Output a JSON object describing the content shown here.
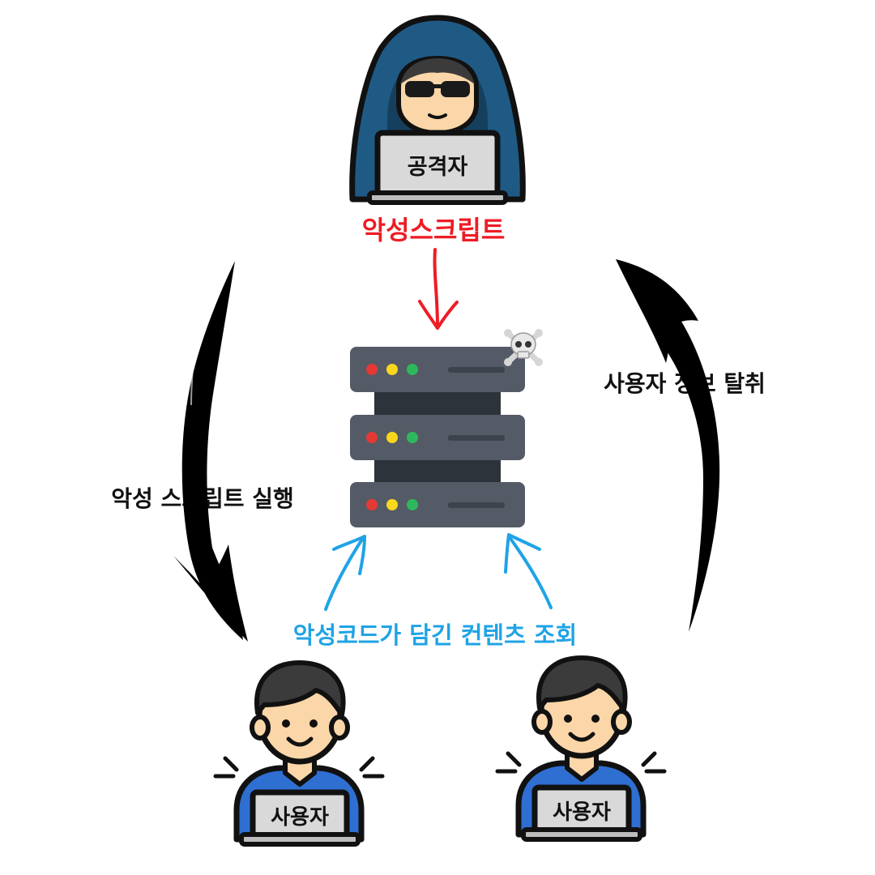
{
  "attacker": {
    "label": "공격자"
  },
  "labels": {
    "malicious_script": "악성스크립트",
    "steal_user_info": "사용자 정보 탈취",
    "execute_script": "악성 스크립트 실행",
    "view_content": "악성코드가 담긴 컨텐츠 조회"
  },
  "users": [
    {
      "label": "사용자"
    },
    {
      "label": "사용자"
    }
  ],
  "colors": {
    "malicious_script": "#ee1c25",
    "view_content": "#1fa3e6",
    "text": "#111111",
    "server": "#545b66",
    "server_dark": "#2d333b",
    "led_red": "#e53935",
    "led_yellow": "#f9d71c",
    "led_green": "#2eb85c",
    "hood": "#1f5a85",
    "shirt": "#2f6fd1",
    "skin": "#fbd6a8",
    "hair": "#3b3b3b",
    "laptop": "#d9d9d9"
  },
  "icons": [
    "skull-crossbones-icon",
    "server-icon",
    "hacker-icon",
    "user-icon",
    "arrow-icon"
  ]
}
